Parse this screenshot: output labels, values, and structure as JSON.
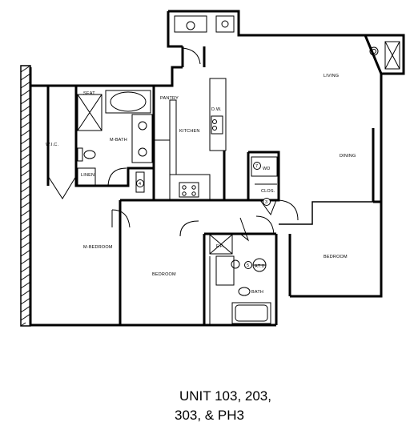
{
  "rooms": {
    "living": "LIVING",
    "dining": "DINING",
    "kitchen": "KITCHEN",
    "pantry": "PANTRY",
    "dw": "D.W.",
    "seat": "SEAT",
    "m_bath": "M-BATH",
    "wic": "W.I.C.",
    "linen": "LINEN",
    "m_bedroom": "M-BEDROOM",
    "bedroom_1": "BEDROOM",
    "bedroom_2": "BEDROOM",
    "bath": "BATH",
    "clos": "CLOS.",
    "wd": "WD",
    "fp": "F.P.",
    "a70": "A7.0"
  },
  "markers": {
    "m4": "4",
    "m3": "3",
    "m7": "7",
    "m5": "5"
  },
  "caption": {
    "line1": "UNIT 103, 203,",
    "line2": "303, & PH3"
  }
}
